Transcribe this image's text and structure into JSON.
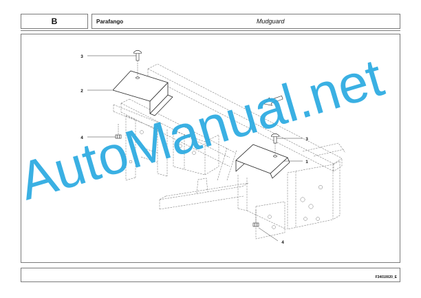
{
  "header": {
    "section_letter": "B",
    "title_it": "Parafango",
    "title_en": "Mudguard"
  },
  "diagram": {
    "callouts": [
      "3",
      "2",
      "4",
      "3",
      "1",
      "4"
    ],
    "direction_arrow_icon": "arrow-left-down-icon"
  },
  "footer": {
    "figure_code": "F34010020_E"
  },
  "watermark": {
    "text": "AutoManual.net",
    "color": "#29a9e1"
  }
}
